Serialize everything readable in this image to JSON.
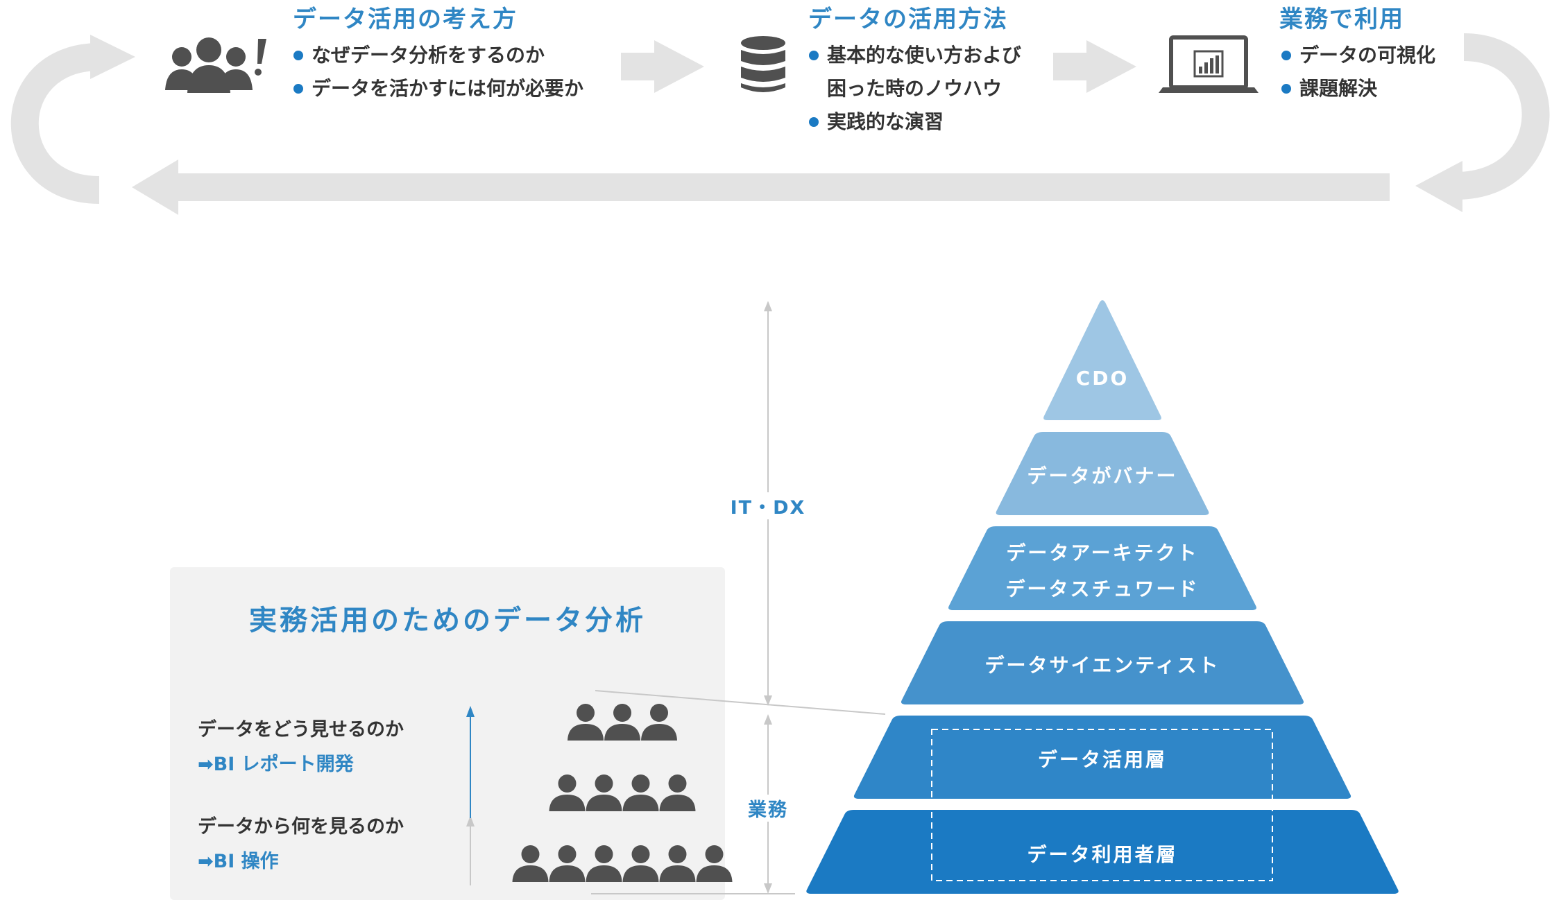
{
  "flow": {
    "steps": [
      {
        "title": "データ活用の考え方",
        "bullets": [
          "なぜデータ分析をするのか",
          "データを活かすには何が必要か"
        ]
      },
      {
        "title": "データの活用方法",
        "bullets": [
          "基本的な使い方および",
          "困った時のノウハウ",
          "実践的な演習"
        ]
      },
      {
        "title": "業務で利用",
        "bullets": [
          "データの可視化",
          "課題解決"
        ]
      }
    ],
    "icons": [
      "people-alert-icon",
      "database-icon",
      "laptop-chart-icon"
    ]
  },
  "panel": {
    "title": "実務活用のためのデータ分析",
    "q1": "データをどう見せるのか",
    "a1": "➡BI レポート開発",
    "q2": "データから何を見るのか",
    "a2": "➡BI 操作",
    "people_rows": [
      3,
      4,
      6
    ]
  },
  "pyramid": {
    "tiers": [
      {
        "label": "CDO",
        "color": "#9ec6e4"
      },
      {
        "label": "データがバナー",
        "color": "#88b9de"
      },
      {
        "label_lines": [
          "データアーキテクト",
          "データスチュワード"
        ],
        "color": "#5ba2d5"
      },
      {
        "label": "データサイエンティスト",
        "color": "#4592cc"
      },
      {
        "label": "データ活用層",
        "color": "#2f86c8"
      },
      {
        "label": "データ利用者層",
        "color": "#1b7ac3"
      }
    ],
    "axis_upper": "IT・DX",
    "axis_lower": "業務"
  },
  "colors": {
    "accent": "#2f86c4",
    "bullet": "#1b7ac3",
    "arrow_gray": "#e3e3e3",
    "icon_dark": "#505050"
  }
}
